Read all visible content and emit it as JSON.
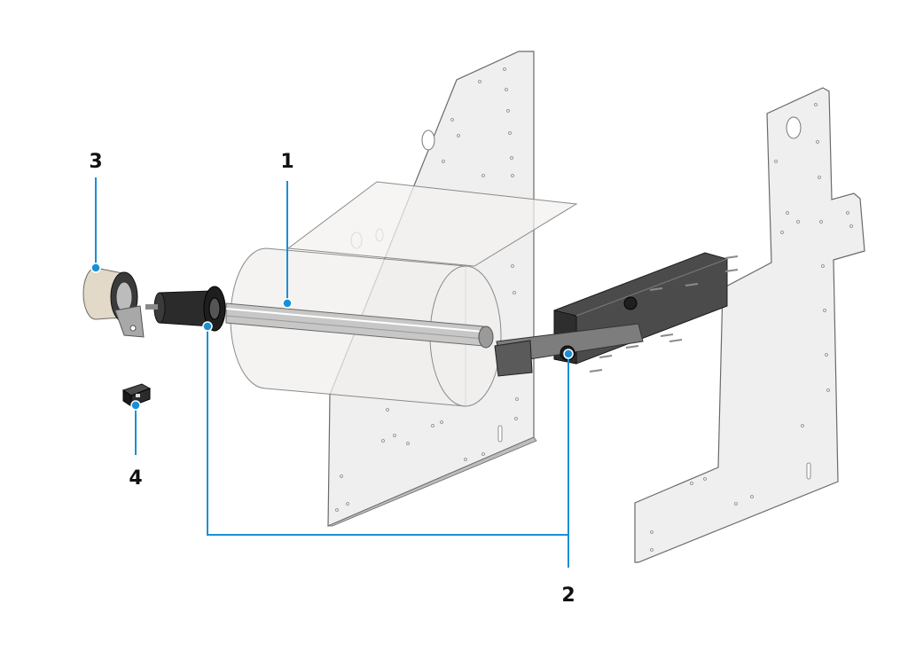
{
  "colors": {
    "callout_line": "#1a8fd6",
    "plate_fill": "#efefef",
    "plate_edge": "#6a6a6a",
    "paper_roll": "#f1efec",
    "metal": "#8a8a8a",
    "dark_part": "#2b2b2b"
  },
  "callouts": [
    {
      "id": "1",
      "label": "1",
      "part": "paper-roll-spindle"
    },
    {
      "id": "2",
      "label": "2",
      "part": "roll-holder-brackets"
    },
    {
      "id": "3",
      "label": "3",
      "part": "tension-clutch"
    },
    {
      "id": "4",
      "label": "4",
      "part": "roll-sensor"
    }
  ]
}
